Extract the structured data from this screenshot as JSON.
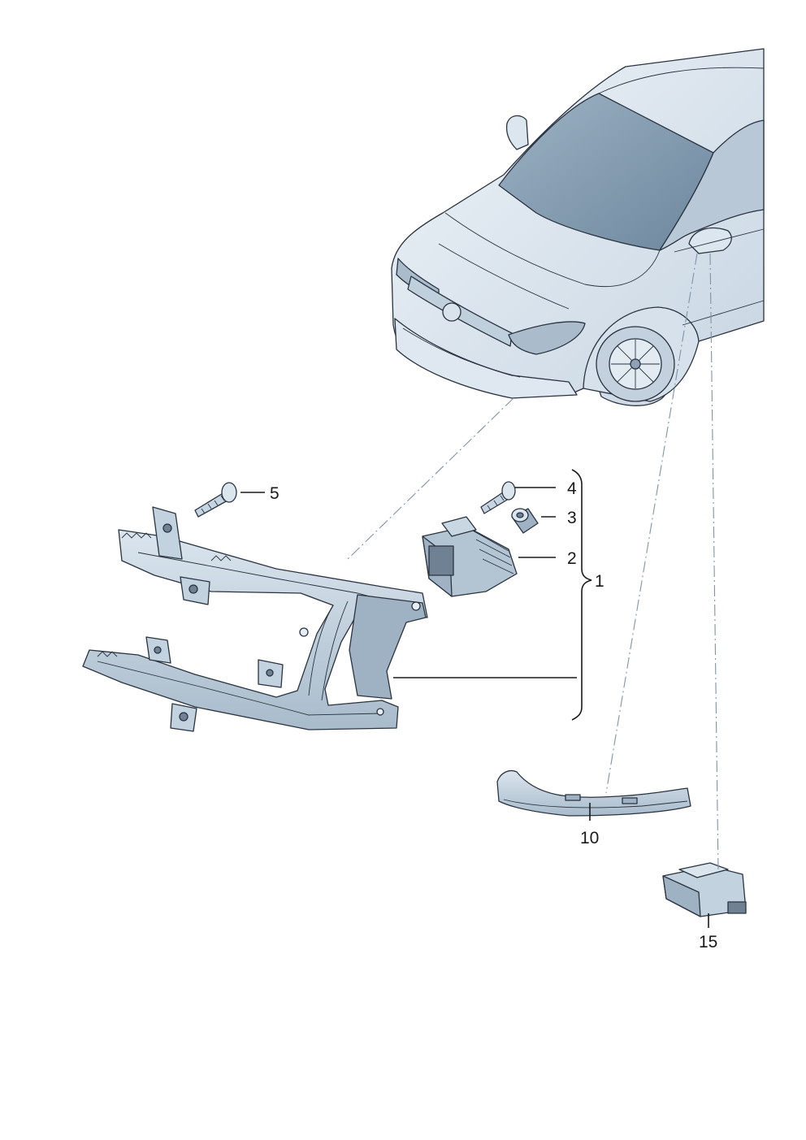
{
  "diagram": {
    "callouts": [
      {
        "id": "1",
        "label": "1"
      },
      {
        "id": "2",
        "label": "2"
      },
      {
        "id": "3",
        "label": "3"
      },
      {
        "id": "4",
        "label": "4"
      },
      {
        "id": "5",
        "label": "5"
      },
      {
        "id": "10",
        "label": "10"
      },
      {
        "id": "15",
        "label": "15"
      }
    ]
  },
  "colors": {
    "part_fill": "#c9d7e3",
    "part_shade": "#9fb2c3",
    "part_dark": "#6f8193",
    "glass": "#7f98ad",
    "outline": "#2a3340"
  }
}
